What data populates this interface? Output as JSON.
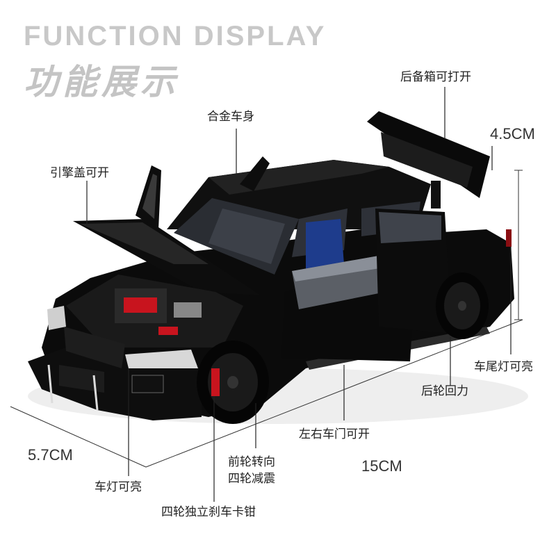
{
  "heading": {
    "en": "FUNCTION DISPLAY",
    "cn": "功能展示"
  },
  "labels": {
    "trunk": "后备箱可打开",
    "body": "合金车身",
    "hood": "引擎盖可开",
    "taillight": "车尾灯可亮",
    "rear_wheel": "后轮回力",
    "doors": "左右车门可开",
    "steering": "前轮转向",
    "suspension": "四轮减震",
    "headlight": "车灯可亮",
    "brakes": "四轮独立刹车卡钳"
  },
  "dimensions": {
    "height": "4.5CM",
    "width": "5.7CM",
    "length": "15CM"
  },
  "colors": {
    "car": "#0c0c0c",
    "accent": "#c8141e",
    "seat": "#1e3c8c",
    "heading": "#c4c4c4"
  }
}
